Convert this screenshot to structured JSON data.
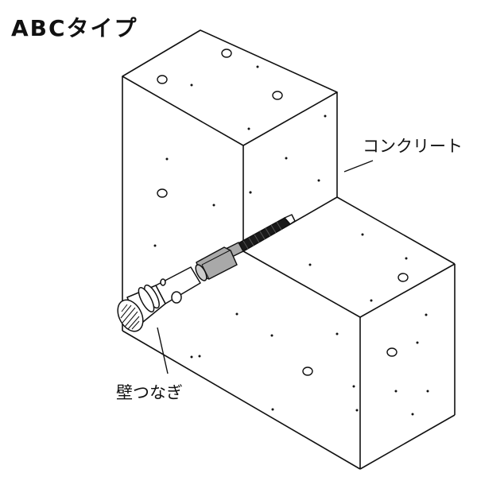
{
  "title": "ABCタイプ",
  "labels": {
    "concrete": "コンクリート",
    "wall_tie": "壁つなぎ"
  },
  "colors": {
    "line": "#111111",
    "nut_fill": "#a9a9a9",
    "background": "#ffffff"
  }
}
